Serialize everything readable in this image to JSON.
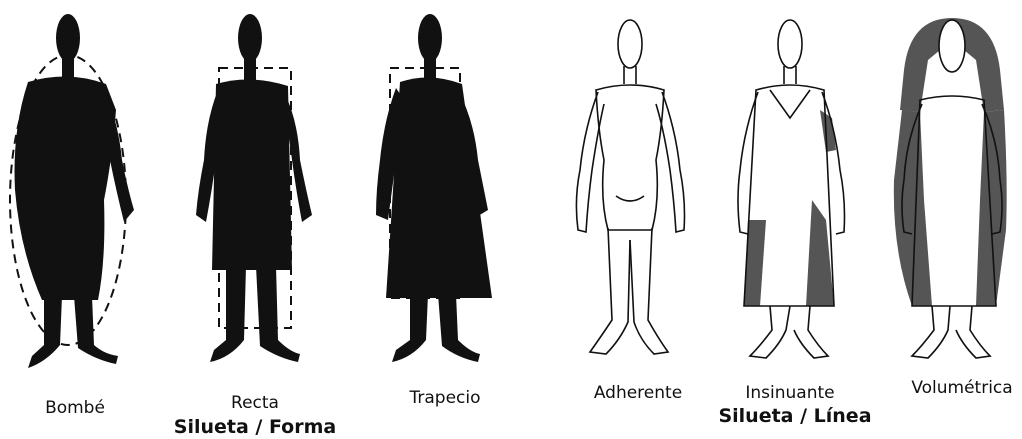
{
  "figures": [
    {
      "label": "Bombé",
      "group": "form",
      "style": "silhouette-filled"
    },
    {
      "label": "Recta",
      "group": "form",
      "style": "silhouette-filled"
    },
    {
      "label": "Trapecio",
      "group": "form",
      "style": "silhouette-filled"
    },
    {
      "label": "Adherente",
      "group": "line",
      "style": "outline"
    },
    {
      "label": "Insinuante",
      "group": "line",
      "style": "outline-shaded"
    },
    {
      "label": "Volumétrica",
      "group": "line",
      "style": "outline-shaded"
    }
  ],
  "groups": {
    "form": "Silueta / Forma",
    "line": "Silueta / Línea"
  },
  "colors": {
    "ink": "#111111",
    "shade": "#555555",
    "paper": "#ffffff"
  }
}
